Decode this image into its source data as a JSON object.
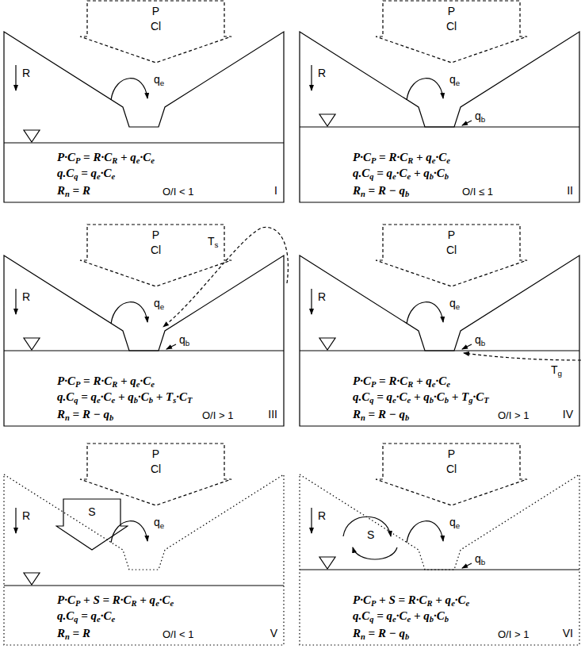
{
  "diagram": {
    "nodes": [
      {
        "text": [
          "R",
          "qe",
          "P·CP = R·CR + qe·Ce",
          "q.Cq = qe·Ce",
          "Rn = R",
          "O/I < 1",
          "I"
        ]
      },
      {
        "text": [
          "P",
          "Cl"
        ],
        "in": 0
      },
      {
        "text": [
          "R",
          "qe",
          "qb",
          "P·CP = R·CR + qe·Ce",
          "q.Cq = qe·Ce + qb·Cb",
          "Rn = R − qb",
          "O/I ≤ 1",
          "II"
        ]
      },
      {
        "text": [
          "P",
          "Cl"
        ],
        "in": 2
      },
      {
        "text": [
          "R",
          "qe",
          "qb",
          "Ts",
          "P·CP = R·CR + qe·Ce",
          "q.Cq = qe·Ce + qb·Cb + Ts·CT",
          "Rn = R − qb",
          "O/I > 1",
          "III"
        ]
      },
      {
        "text": [
          "P",
          "Cl"
        ],
        "in": 4
      },
      {
        "text": [
          "R",
          "qe",
          "qb",
          "Tg",
          "P·CP = R·CR + qe·Ce",
          "q.Cq = qe·Ce + qb·Cb + Tg·CT",
          "Rn = R − qb",
          "O/I > 1",
          "IV"
        ]
      },
      {
        "text": [
          "P",
          "Cl"
        ],
        "in": 6
      },
      {
        "text": [
          "R",
          "qe",
          "P·CP + S = R·CR + qe·Ce",
          "q.Cq = qe·Ce",
          "Rn = R",
          "O/I < 1",
          "V"
        ]
      },
      {
        "text": [
          "P",
          "Cl"
        ],
        "in": 8
      },
      {
        "text": [
          "S"
        ],
        "in": 8
      },
      {
        "text": [
          "R",
          "S",
          "qe",
          "qb",
          "P·CP + S = R·CR + qe·Ce",
          "q.Cq = qe·Ce + qb·Cb",
          "Rn = R − qb",
          "O/I > 1",
          "VI"
        ]
      },
      {
        "text": [
          "P",
          "Cl"
        ],
        "in": 11
      }
    ]
  }
}
